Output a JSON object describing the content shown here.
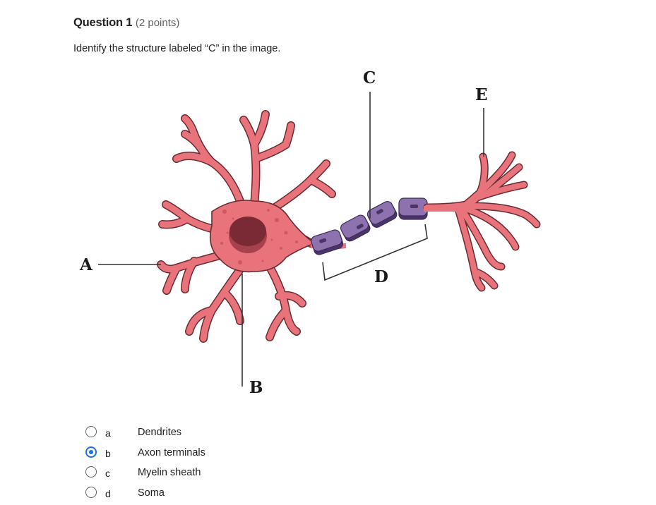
{
  "question": {
    "title": "Question 1",
    "points": "(2 points)",
    "prompt": "Identify the structure labeled “C” in the image."
  },
  "figure": {
    "subject": "neuron-diagram",
    "labels": {
      "A": "A",
      "B": "B",
      "C": "C",
      "D": "D",
      "E": "E"
    },
    "colors": {
      "cell_body": "#e8737b",
      "cell_outline": "#6b2c33",
      "nucleus": "#7a2a35",
      "myelin": "#8e72b0",
      "myelin_dark": "#4a3468",
      "leader_line": "#333333"
    }
  },
  "options": [
    {
      "letter": "a",
      "text": "Dendrites",
      "selected": false
    },
    {
      "letter": "b",
      "text": "Axon terminals",
      "selected": true
    },
    {
      "letter": "c",
      "text": "Myelin sheath",
      "selected": false
    },
    {
      "letter": "d",
      "text": "Soma",
      "selected": false
    }
  ],
  "colors": {
    "accent": "#1a73e8",
    "text": "#202124",
    "muted": "#5f6368"
  }
}
